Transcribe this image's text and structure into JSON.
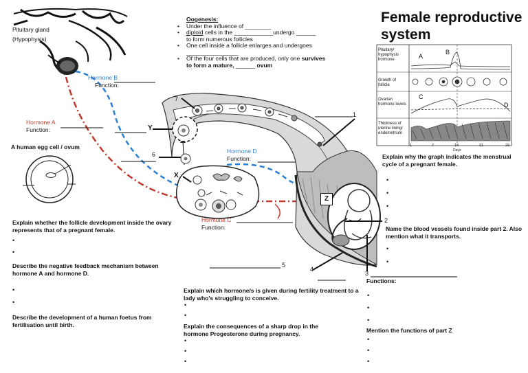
{
  "pituitary": {
    "line1": "Pituitary gland",
    "line2": "(Hypophysis)"
  },
  "hormone_b": {
    "name": "Hormone B",
    "fn": "Function:"
  },
  "hormone_a": {
    "name": "Hormone A",
    "fn": "Function:"
  },
  "hormone_c": {
    "name": "Hormone C",
    "fn": "Function:"
  },
  "hormone_d": {
    "name": "Hormone D",
    "fn": "Function:"
  },
  "egg_title": "A human egg cell / ovum",
  "labels": {
    "y": "Y",
    "x": "X",
    "z": "Z",
    "n1": "1",
    "n2": "2",
    "n3": "3",
    "n4": "4",
    "n5": "5",
    "n6": "6",
    "n7": "7"
  },
  "oogenesis": {
    "heading": "Oogenesis:",
    "b1": "Under the influence of ________",
    "b2_pre": "diploid",
    "b2_rest": " cells in the ____________undergo ______",
    "b2_cont": "to form numerous follicles",
    "b3": "One cell inside a follicle enlarges and undergoes",
    "b3_blank": "________________",
    "b4": "Of the four cells that are produced, only one",
    "b4_bold": "survives",
    "b4_cont_bold1": "to form a mature,",
    "b4_cont_blank": " ______ ",
    "b4_cont_bold2": "ovum"
  },
  "main_title": {
    "line1": "Female reproductive",
    "line2": "system"
  },
  "graph": {
    "row_labels": [
      "Pituitary/ hypophysis hormone",
      "Growth of follicle",
      "Ovarian hormone levels",
      "Thickness of uterine lining/ endometrium"
    ],
    "curve_labels": {
      "a": "A",
      "b": "B",
      "c": "C",
      "d": "D"
    },
    "x_ticks": [
      "1",
      "7",
      "14",
      "21",
      "29"
    ],
    "x_unit": "Days"
  },
  "q_graph": "Explain why the graph indicates the menstrual cycle of a pregnant female.",
  "q_follicle": "Explain whether the follicle development inside the ovary represents that of a pregnant female.",
  "q_feedback": "Describe the negative feedback mechanism between hormone A and hormone D.",
  "q_foetus": "Describe the development of a human foetus from fertilisation until birth.",
  "q_fertility": "Explain which hormone/s is given during fertility treatment to a lady who's struggling to conceive.",
  "q_progesterone": "Explain the consequences of a sharp drop in the hormone Progesterone during pregnancy.",
  "q_blood": "Name the blood vessels found inside part 2. Also mention what it transports.",
  "functions_label": "Functions:",
  "q_partz": "Mention the functions of part Z",
  "bullet": "•"
}
